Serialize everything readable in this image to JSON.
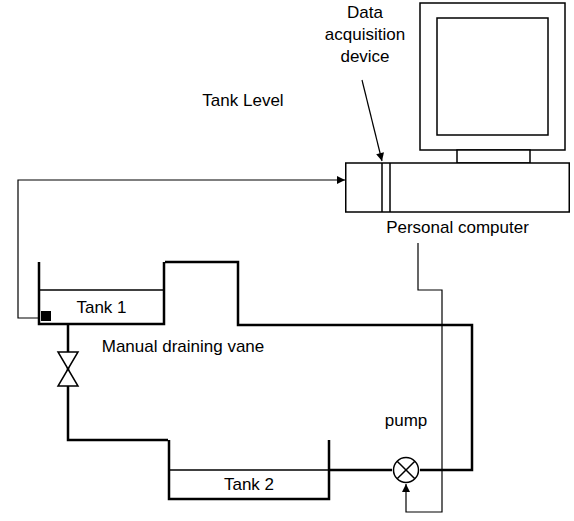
{
  "diagram": {
    "nodes": [
      {
        "text": [
          "Personal computer"
        ]
      },
      {
        "text": [
          "Tank 1"
        ]
      },
      {
        "text": [
          "Tank 2"
        ]
      },
      {
        "text": [
          "pump"
        ]
      }
    ],
    "edges": [
      {
        "from": 1,
        "to": 0,
        "arrow": "to"
      },
      {
        "from": 1,
        "to": 2,
        "arrow": "none"
      },
      {
        "from": 2,
        "to": 3,
        "arrow": "none"
      },
      {
        "from": 3,
        "to": 1,
        "arrow": "none"
      },
      {
        "from": 0,
        "to": 3,
        "arrow": "to"
      }
    ],
    "labels": [
      "Data acquisition device",
      "Tank Level",
      "Manual draining vane"
    ]
  }
}
